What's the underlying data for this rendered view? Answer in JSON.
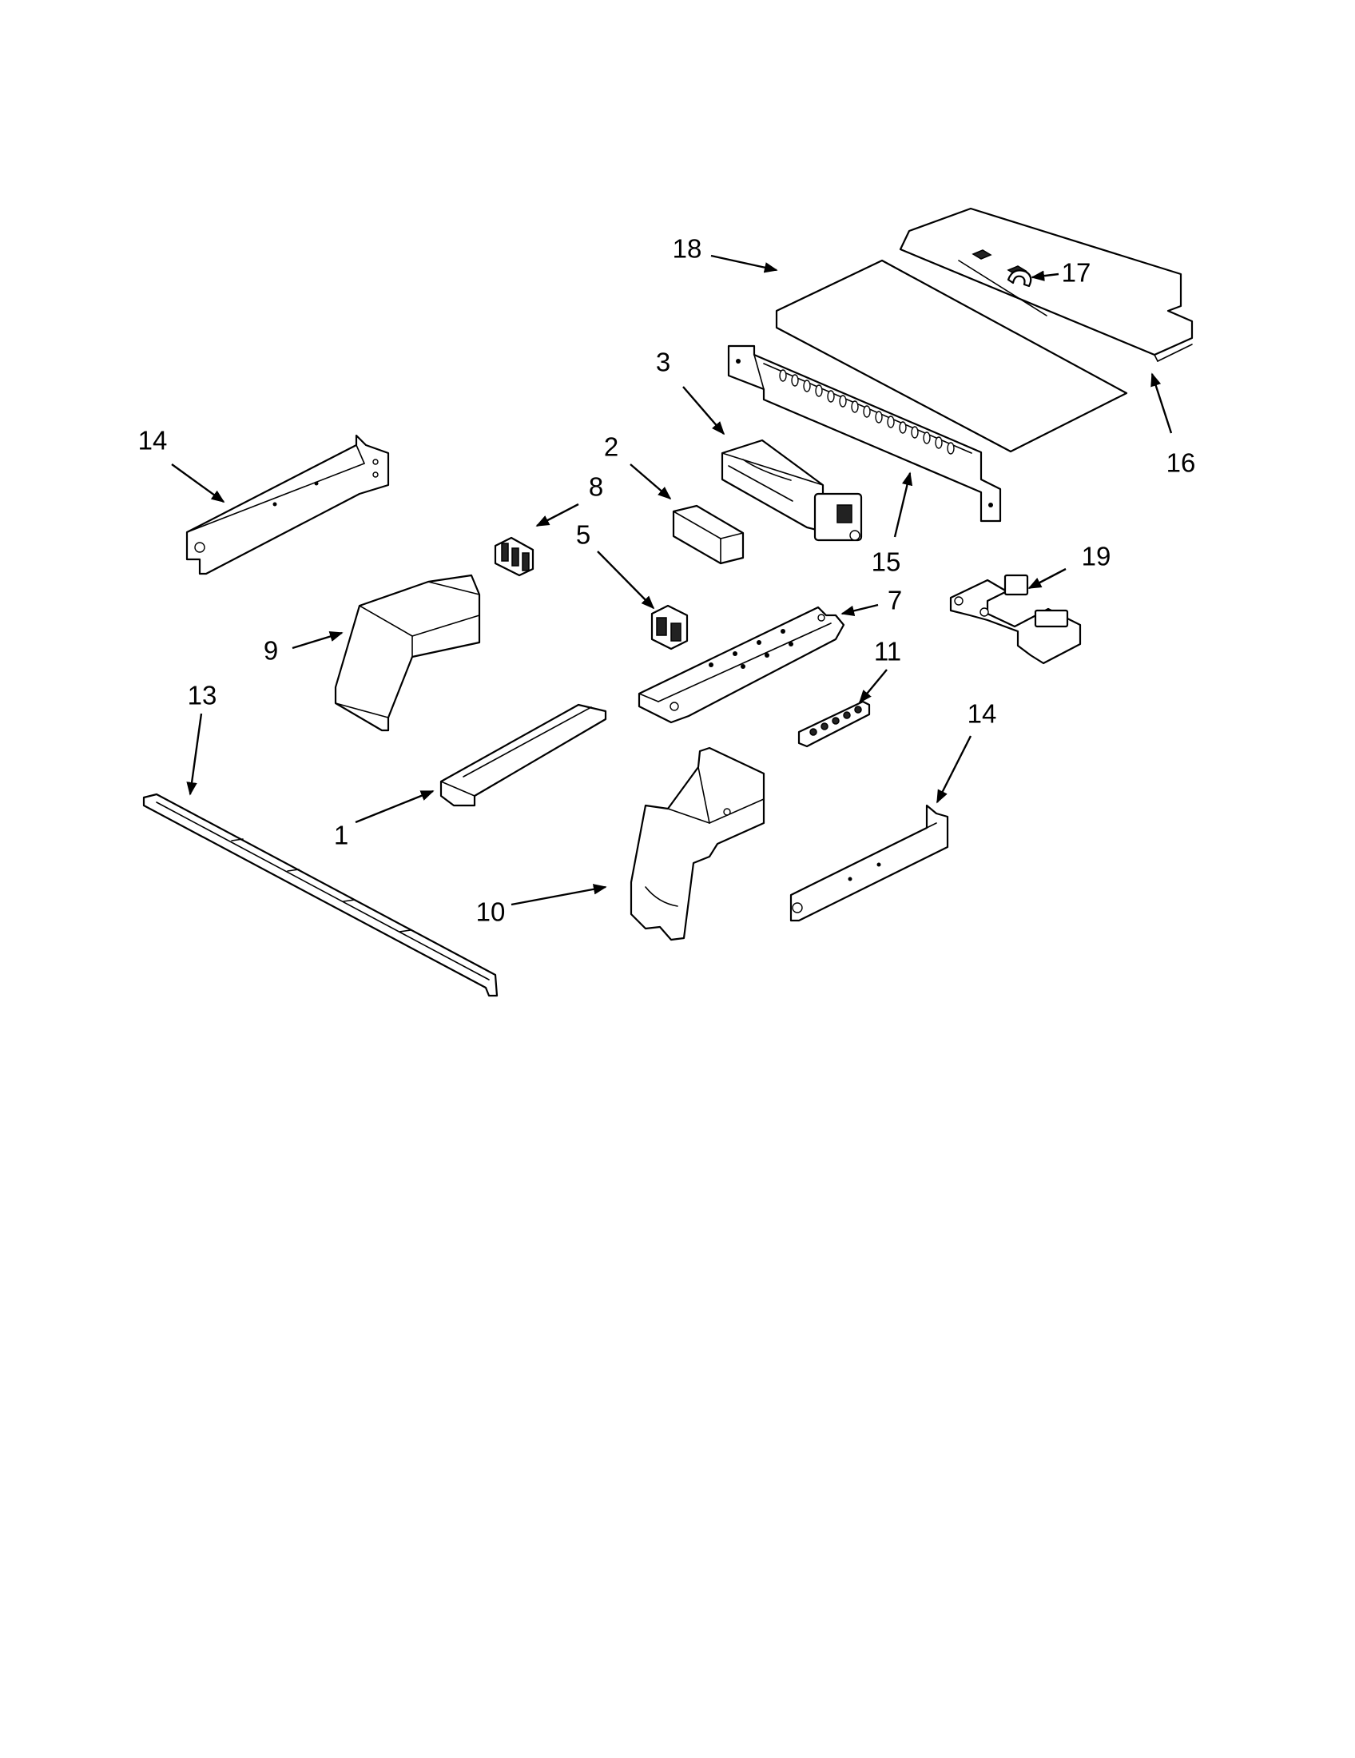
{
  "callouts": {
    "c1": "1",
    "c2": "2",
    "c3": "3",
    "c5": "5",
    "c7": "7",
    "c8": "8",
    "c9": "9",
    "c10": "10",
    "c11": "11",
    "c13": "13",
    "c14a": "14",
    "c14b": "14",
    "c15": "15",
    "c16": "16",
    "c17": "17",
    "c18": "18",
    "c19": "19"
  }
}
